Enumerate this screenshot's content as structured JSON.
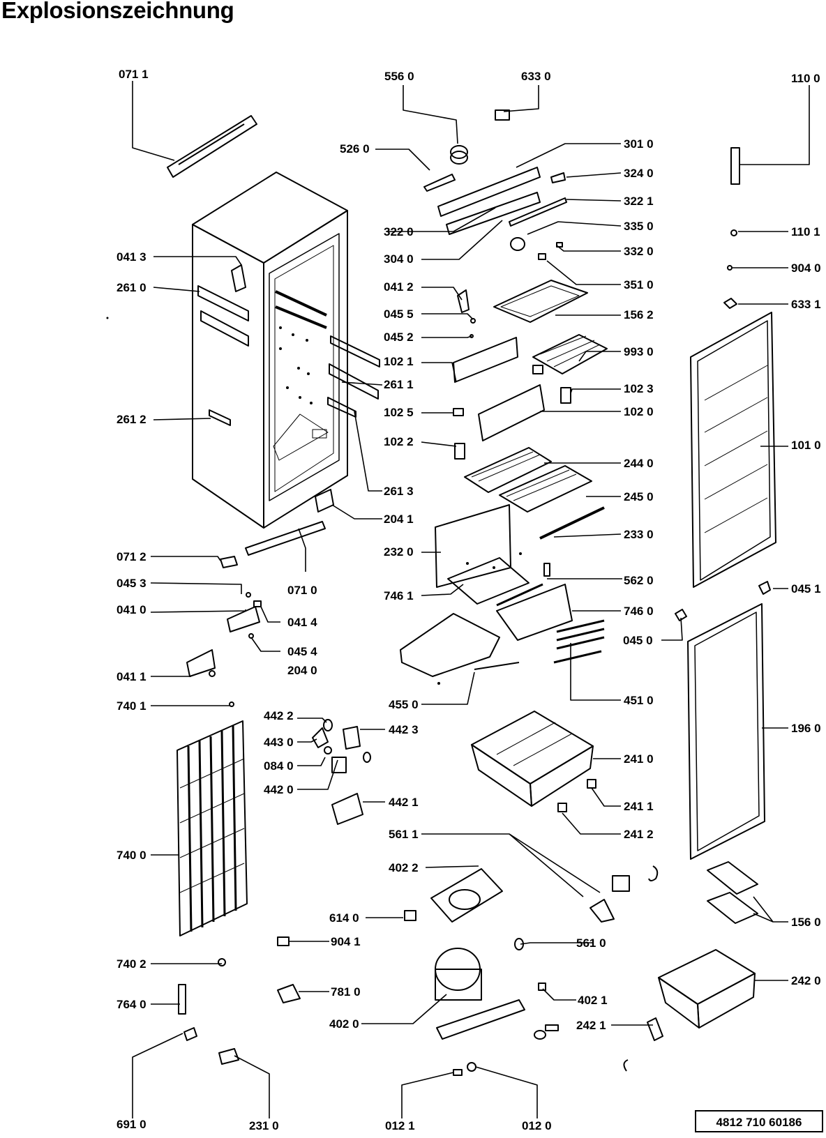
{
  "title": "Explosionszeichnung",
  "document_number": "4812 710 60186",
  "part_labels": {
    "p0711": "071 1",
    "p5560": "556 0",
    "p6330": "633 0",
    "p1100": "110 0",
    "p5260": "526 0",
    "p3010": "301 0",
    "p3240": "324 0",
    "p3221": "322 1",
    "p3220": "322 0",
    "p3350": "335 0",
    "p1101": "110 1",
    "p3040": "304 0",
    "p3320": "332 0",
    "p9040": "904 0",
    "p0413": "041 3",
    "p2610": "261 0",
    "p0412": "041 2",
    "p3510": "351 0",
    "p6331": "633 1",
    "p0455": "045 5",
    "p1562": "156 2",
    "p0452": "045 2",
    "p1021": "102 1",
    "p9930": "993 0",
    "p2611": "261 1",
    "p1023": "102 3",
    "p2612": "261 2",
    "p1025": "102 5",
    "p1020": "102 0",
    "p1022": "102 2",
    "p1010": "101 0",
    "p2440": "244 0",
    "p2613": "261 3",
    "p2450": "245 0",
    "p2041": "204 1",
    "p2330": "233 0",
    "p2320": "232 0",
    "p0712": "071 2",
    "p5620": "562 0",
    "p0453": "045 3",
    "p0710": "071 0",
    "p7461": "746 1",
    "p0451": "045 1",
    "p0410": "041 0",
    "p0414": "041 4",
    "p7460": "746 0",
    "p0450": "045 0",
    "p0454": "045 4",
    "p2040": "204 0",
    "p0411": "041 1",
    "p4550": "455 0",
    "p4510": "451 0",
    "p7401": "740 1",
    "p4422": "442 2",
    "p4423": "442 3",
    "p1960": "196 0",
    "p4430": "443 0",
    "p0840": "084 0",
    "p2410": "241 0",
    "p4420": "442 0",
    "p4421": "442 1",
    "p2411": "241 1",
    "p7400": "740 0",
    "p2412": "241 2",
    "p5611": "561 1",
    "p4022": "402 2",
    "p1560": "156 0",
    "p6140": "614 0",
    "p9041": "904 1",
    "p5610": "561 0",
    "p7402": "740 2",
    "p2420": "242 0",
    "p7810": "781 0",
    "p4021": "402 1",
    "p7640": "764 0",
    "p4020": "402 0",
    "p2421": "242 1",
    "p6910": "691 0",
    "p2310": "231 0",
    "p0121": "012 1",
    "p0120": "012 0"
  }
}
